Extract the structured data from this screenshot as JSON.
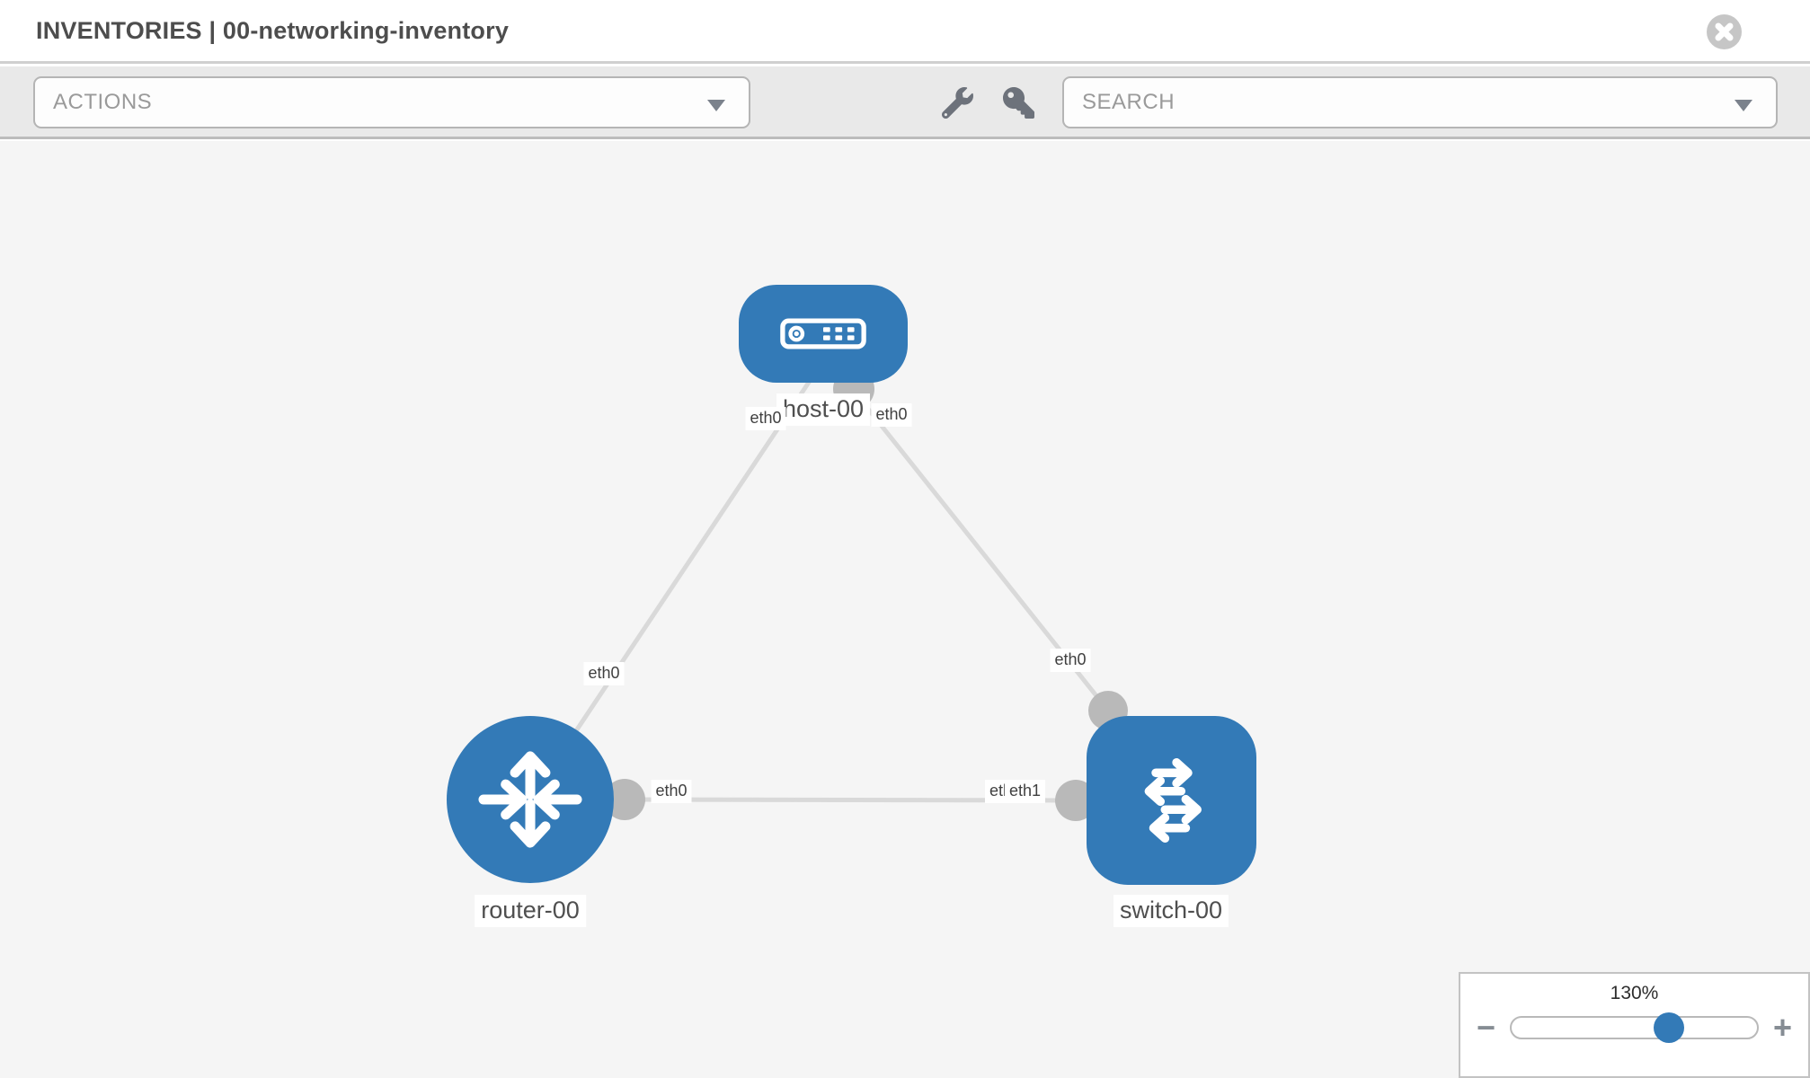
{
  "header": {
    "title": "INVENTORIES | 00-networking-inventory"
  },
  "toolbar": {
    "actions_label": "ACTIONS",
    "search_placeholder": "SEARCH",
    "tool_icons": [
      "wrench-icon",
      "key-icon"
    ]
  },
  "topology": {
    "nodes": [
      {
        "id": "host-00",
        "type": "host",
        "label": "host-00"
      },
      {
        "id": "router-00",
        "type": "router",
        "label": "router-00"
      },
      {
        "id": "switch-00",
        "type": "switch",
        "label": "switch-00"
      }
    ],
    "links": [
      {
        "from": "host-00",
        "from_if": "eth0",
        "to": "router-00",
        "to_if": "eth0"
      },
      {
        "from": "host-00",
        "from_if": "eth0",
        "to": "switch-00",
        "to_if": "eth0"
      },
      {
        "from": "router-00",
        "from_if": "eth0",
        "to": "switch-00",
        "to_if": "eth1"
      }
    ],
    "labels": {
      "host": "host-00",
      "router": "router-00",
      "switch": "switch-00",
      "if_host_left": "eth0",
      "if_host_right": "eth0",
      "if_router_top": "eth0",
      "if_switch_top": "eth0",
      "if_link_router": "eth0",
      "if_link_switch_back": "eth0",
      "if_link_switch_front": "eth1"
    }
  },
  "zoom_control": {
    "level": "130%",
    "minus": "−",
    "plus": "+",
    "thumb_percent": 64
  },
  "colors": {
    "node_blue": "#337ab7",
    "link_gray": "#d9d9d9",
    "connector_gray": "#b9b9b9",
    "canvas_bg": "#f5f5f5",
    "toolbar_bg": "#e9e9e9"
  }
}
